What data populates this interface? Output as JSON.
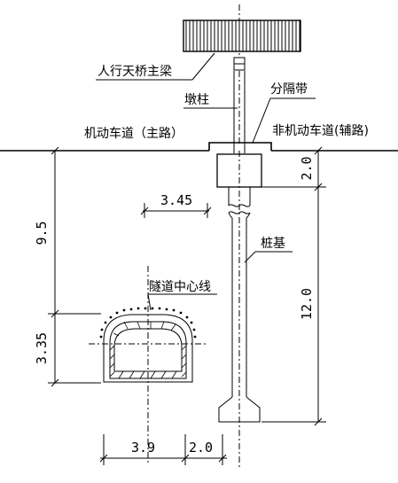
{
  "labels": {
    "girder": "人行天桥主梁",
    "pier": "墩柱",
    "median": "分隔带",
    "main_road": "机动车道（主路）",
    "aux_road": "非机动车道(辅路)",
    "pile": "桩基",
    "tunnel_centerline": "隧道中心线"
  },
  "dimensions": {
    "pile_cap_depth": "2.0",
    "tunnel_offset": "3.45",
    "pile_length": "12.0",
    "cover_depth": "9.5",
    "tunnel_height": "3.35",
    "tunnel_half_width": "3.9",
    "clearance": "2.0"
  }
}
